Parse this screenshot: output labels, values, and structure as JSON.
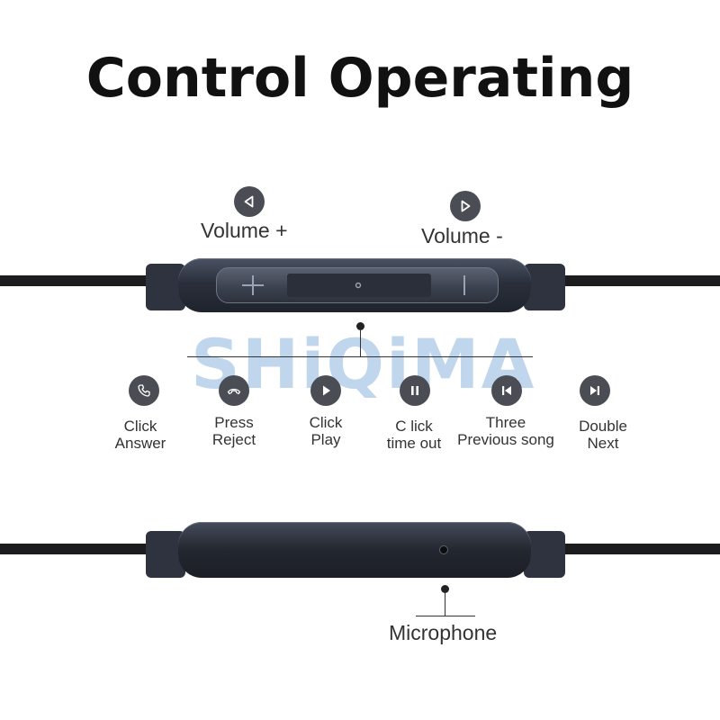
{
  "title": "Control Operating",
  "watermark": "SHiQiMA",
  "volume": {
    "plus_label": "Volume +",
    "minus_label": "Volume -",
    "plus_icon": "triangle-left-icon",
    "minus_icon": "triangle-right-icon"
  },
  "functions": [
    {
      "icon": "phone-answer-icon",
      "line1": "Click",
      "line2": "Answer"
    },
    {
      "icon": "phone-reject-icon",
      "line1": "Press",
      "line2": "Reject"
    },
    {
      "icon": "play-icon",
      "line1": "Click",
      "line2": "Play"
    },
    {
      "icon": "pause-icon",
      "line1": "C lick",
      "line2": "time out"
    },
    {
      "icon": "previous-icon",
      "line1": "Three",
      "line2": "Previous song"
    },
    {
      "icon": "next-icon",
      "line1": "Double",
      "line2": "Next"
    }
  ],
  "microphone_label": "Microphone",
  "colors": {
    "icon_circle": "#4a4d54",
    "remote_body": "#2a2f3b",
    "cable": "#1c1c1e",
    "watermark": "#74a4d6"
  }
}
